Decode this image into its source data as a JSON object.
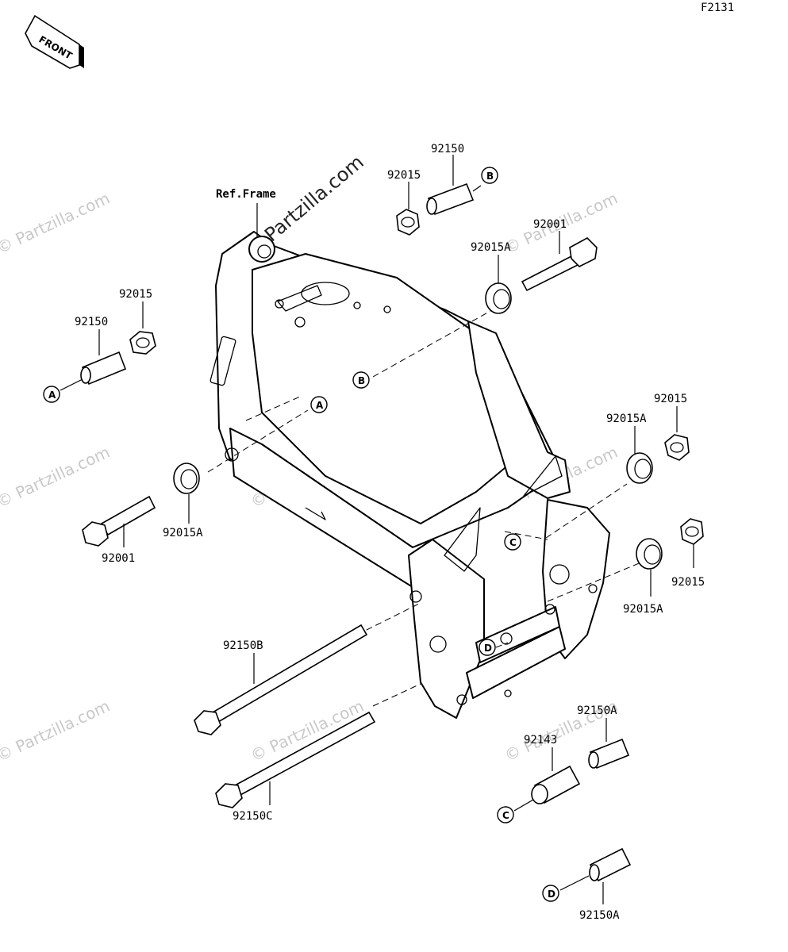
{
  "figure_id": "F2131",
  "front_badge": "FRONT",
  "ref_frame_label": "Ref.Frame",
  "watermark": "© Partzilla.com",
  "watermark_main": "© Partzilla.com",
  "callouts": {
    "a_top": "A",
    "a_left": "A",
    "b_top": "B",
    "b_mid": "B",
    "c_frame": "C",
    "c_low": "C",
    "d_frame": "D",
    "d_low": "D"
  },
  "parts": {
    "p92015_top": "92015",
    "p92150_top": "92150",
    "p92001_right": "92001",
    "p92015A_top": "92015A",
    "p92015_left": "92015",
    "p92150_left": "92150",
    "p92015A_left": "92015A",
    "p92001_left": "92001",
    "p92015_right_top": "92015",
    "p92015A_right_top": "92015A",
    "p92015_right_mid": "92015",
    "p92015A_right_mid": "92015A",
    "p92150B": "92150B",
    "p92150C": "92150C",
    "p92150A_top": "92150A",
    "p92143": "92143",
    "p92150A_bottom": "92150A"
  }
}
